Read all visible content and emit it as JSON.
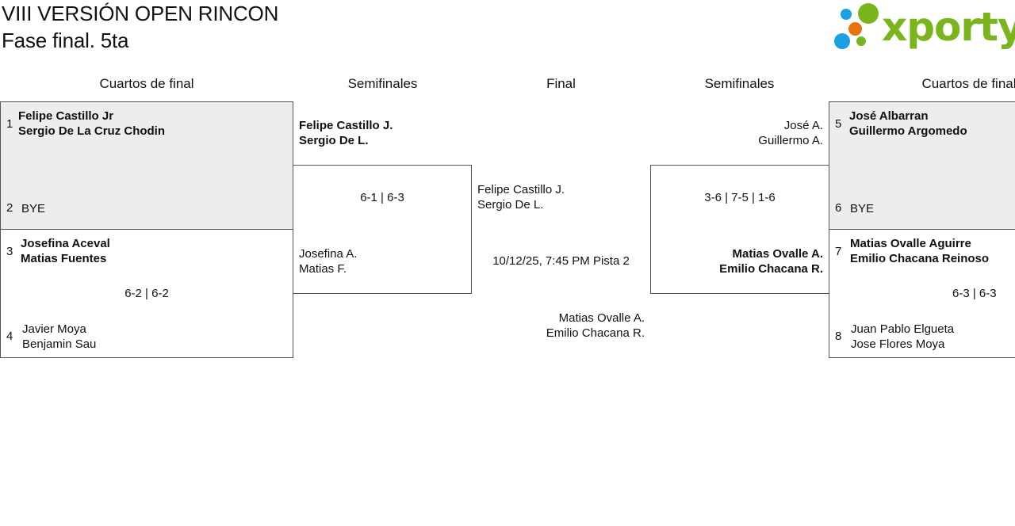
{
  "header": {
    "title": "VIII VERSIÓN OPEN RINCON",
    "subtitle": "Fase final. 5ta",
    "logo_text": "xporty",
    "colors": {
      "logo_green": "#7ab51d",
      "logo_blue": "#1ba1e2",
      "logo_orange": "#e8720c",
      "cell_gray": "#ededed"
    }
  },
  "columns": {
    "left_quarters": "Cuartos de final",
    "left_semis": "Semifinales",
    "final": "Final",
    "right_semis": "Semifinales",
    "right_quarters": "Cuartos de final"
  },
  "left_quarters": {
    "m1": {
      "seed_a": "1",
      "a1": "Felipe Castillo Jr",
      "a2": "Sergio De La Cruz Chodin",
      "seed_b": "2",
      "b1": "BYE"
    },
    "m2": {
      "seed_a": "3",
      "a1": "Josefina Aceval",
      "a2": "Matias Fuentes",
      "score": "6-2 | 6-2",
      "seed_b": "4",
      "b1": "Javier Moya",
      "b2": "Benjamin Sau"
    }
  },
  "left_semi": {
    "a1": "Felipe Castillo J.",
    "a2": "Sergio De L.",
    "score": "6-1 | 6-3",
    "b1": "Josefina A.",
    "b2": "Matias F."
  },
  "final": {
    "a1": "Felipe Castillo J.",
    "a2": "Sergio De L.",
    "when": "10/12/25, 7:45 PM",
    "court": "Pista 2",
    "b1": "Matias Ovalle A.",
    "b2": "Emilio Chacana R."
  },
  "right_semi": {
    "a1": "José A.",
    "a2": "Guillermo A.",
    "score": "3-6 | 7-5 | 1-6",
    "b1": "Matias Ovalle A.",
    "b2": "Emilio Chacana R."
  },
  "right_quarters": {
    "m1": {
      "seed_a": "5",
      "a1": "José Albarran",
      "a2": "Guillermo Argomedo",
      "seed_b": "6",
      "b1": "BYE"
    },
    "m2": {
      "seed_a": "7",
      "a1": "Matias Ovalle Aguirre",
      "a2": "Emilio Chacana Reinoso",
      "score": "6-3 | 6-3",
      "seed_b": "8",
      "b1": "Juan Pablo Elgueta",
      "b2": "Jose Flores Moya"
    }
  }
}
